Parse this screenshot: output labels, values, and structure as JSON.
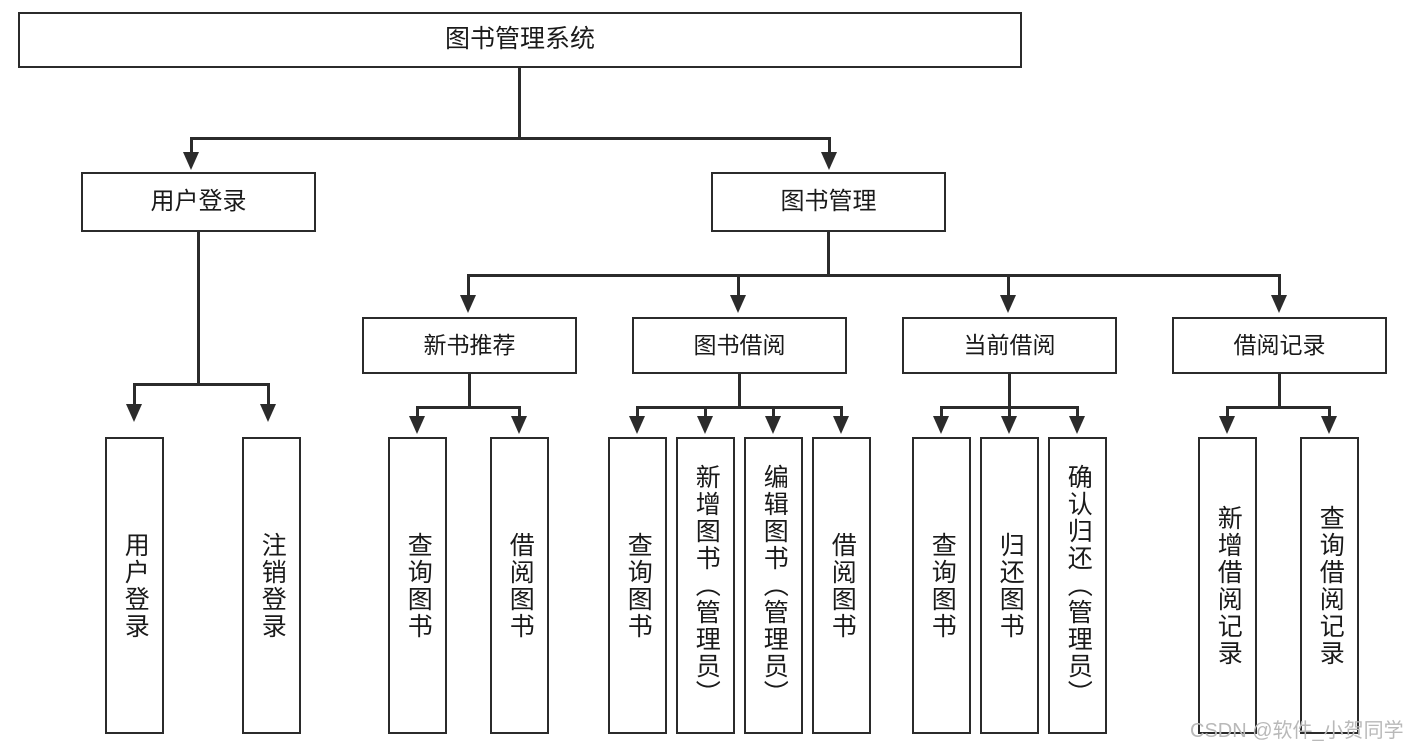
{
  "diagram": {
    "title": "图书管理系统",
    "root": {
      "label": "图书管理系统"
    },
    "level2": [
      {
        "label": "用户登录"
      },
      {
        "label": "图书管理"
      }
    ],
    "level3": [
      {
        "label": "新书推荐"
      },
      {
        "label": "图书借阅"
      },
      {
        "label": "当前借阅"
      },
      {
        "label": "借阅记录"
      }
    ],
    "leaves": {
      "user_login": [
        {
          "label": "用户登录"
        },
        {
          "label": "注销登录"
        }
      ],
      "new_book_recommend": [
        {
          "label": "查询图书"
        },
        {
          "label": "借阅图书"
        }
      ],
      "book_borrow": [
        {
          "label": "查询图书"
        },
        {
          "label": "新增图书（管理员）"
        },
        {
          "label": "编辑图书（管理员）"
        },
        {
          "label": "借阅图书"
        }
      ],
      "current_borrow": [
        {
          "label": "查询图书"
        },
        {
          "label": "归还图书"
        },
        {
          "label": "确认归还（管理员）"
        }
      ],
      "borrow_record": [
        {
          "label": "新增借阅记录"
        },
        {
          "label": "查询借阅记录"
        }
      ]
    }
  },
  "watermark": {
    "text": "CSDN @软件_小贺同学"
  },
  "colors": {
    "stroke": "#2b2b2b",
    "background": "#ffffff",
    "text": "#1a1a1a",
    "watermark": "#b9b9b9"
  }
}
